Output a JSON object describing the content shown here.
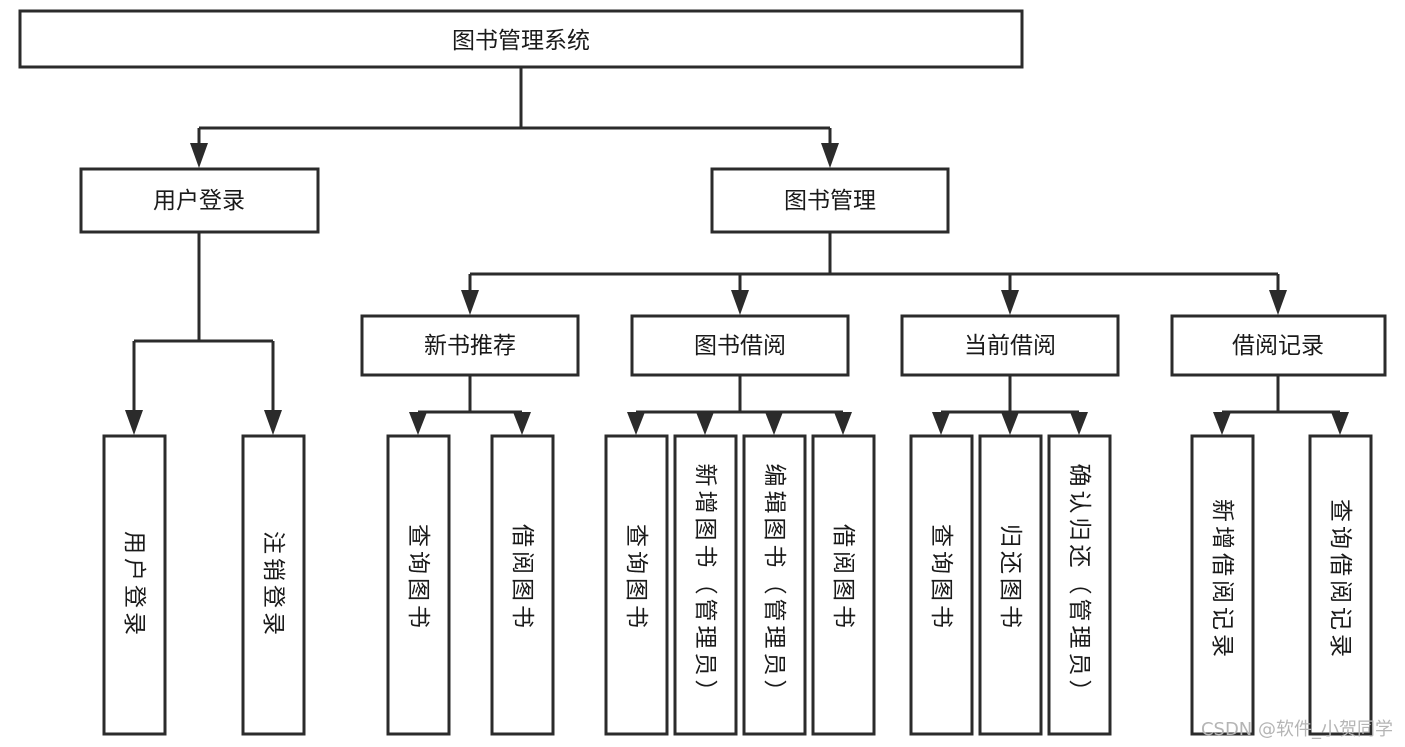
{
  "diagram": {
    "title": "图书管理系统",
    "type": "tree-hierarchy",
    "orientation": "top-down",
    "root": {
      "id": "root",
      "label": "图书管理系统"
    },
    "level2": [
      {
        "id": "user-login",
        "label": "用户登录"
      },
      {
        "id": "book-manage",
        "label": "图书管理"
      }
    ],
    "level3": [
      {
        "id": "new-book-recommend",
        "label": "新书推荐",
        "parent": "book-manage"
      },
      {
        "id": "book-borrow",
        "label": "图书借阅",
        "parent": "book-manage"
      },
      {
        "id": "current-borrow",
        "label": "当前借阅",
        "parent": "book-manage"
      },
      {
        "id": "borrow-record",
        "label": "借阅记录",
        "parent": "book-manage"
      }
    ],
    "leaves": [
      {
        "id": "leaf-user-login",
        "label": "用户登录",
        "parent": "user-login"
      },
      {
        "id": "leaf-logout-login",
        "label": "注销登录",
        "parent": "user-login"
      },
      {
        "id": "leaf-query-book-1",
        "label": "查询图书",
        "parent": "new-book-recommend"
      },
      {
        "id": "leaf-borrow-book-1",
        "label": "借阅图书",
        "parent": "new-book-recommend"
      },
      {
        "id": "leaf-query-book-2",
        "label": "查询图书",
        "parent": "book-borrow"
      },
      {
        "id": "leaf-add-book",
        "label": "新增图书（管理员）",
        "parent": "book-borrow"
      },
      {
        "id": "leaf-edit-book",
        "label": "编辑图书（管理员）",
        "parent": "book-borrow"
      },
      {
        "id": "leaf-borrow-book-2",
        "label": "借阅图书",
        "parent": "book-borrow"
      },
      {
        "id": "leaf-query-book-3",
        "label": "查询图书",
        "parent": "current-borrow"
      },
      {
        "id": "leaf-return-book",
        "label": "归还图书",
        "parent": "current-borrow"
      },
      {
        "id": "leaf-confirm-return",
        "label": "确认归还（管理员）",
        "parent": "current-borrow"
      },
      {
        "id": "leaf-add-record",
        "label": "新增借阅记录",
        "parent": "borrow-record"
      },
      {
        "id": "leaf-query-record",
        "label": "查询借阅记录",
        "parent": "borrow-record"
      }
    ]
  },
  "watermark": {
    "label": "CSDN @软件_小贺同学"
  },
  "colors": {
    "background": "#ffffff",
    "box_fill": "#ffffff",
    "box_stroke": "#2b2b2b",
    "text": "#1a1a1a",
    "watermark": "#b5b5b5"
  }
}
